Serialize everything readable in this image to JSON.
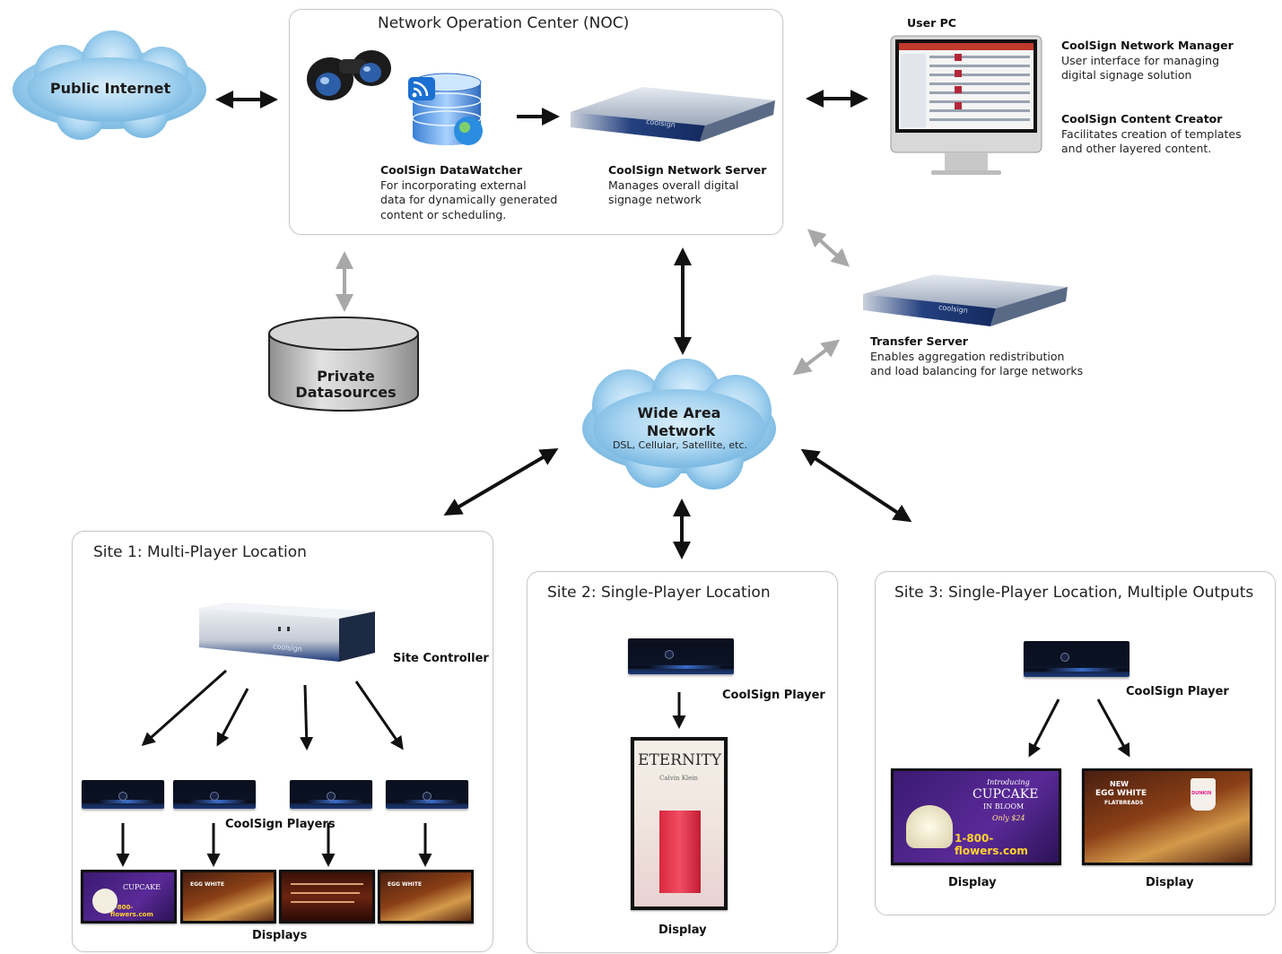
{
  "public_internet": {
    "label": "Public Internet"
  },
  "noc": {
    "title": "Network Operation Center (NOC)",
    "datawatcher": {
      "name": "CoolSign DataWatcher",
      "desc_lines": [
        "For incorporating external",
        "data for dynamically generated",
        "content or scheduling."
      ]
    },
    "network_server": {
      "name": "CoolSign Network Server",
      "desc_lines": [
        "Manages overall digital",
        "signage network"
      ]
    }
  },
  "user_pc": {
    "title": "User PC",
    "network_manager": {
      "name": "CoolSign Network Manager",
      "desc_lines": [
        "User interface for managing",
        "digital signage solution"
      ]
    },
    "content_creator": {
      "name": "CoolSign Content Creator",
      "desc_lines": [
        "Facilitates creation of templates",
        "and other layered content."
      ]
    }
  },
  "private_datasources": {
    "line1": "Private",
    "line2": "Datasources"
  },
  "transfer_server": {
    "name": "Transfer Server",
    "desc_lines": [
      "Enables aggregation redistribution",
      "and load balancing for large networks"
    ]
  },
  "wan": {
    "line1": "Wide Area",
    "line2": "Network",
    "sub": "DSL, Cellular, Satellite, etc."
  },
  "brand": "coolsign",
  "site1": {
    "title": "Site 1: Multi-Player Location",
    "controller": "Site Controller",
    "players": "CoolSign Players",
    "displays": "Displays"
  },
  "site2": {
    "title": "Site 2: Single-Player Location",
    "player": "CoolSign Player",
    "display": "Display",
    "poster": {
      "brand": "ETERNITY",
      "sub": "Calvin Klein"
    }
  },
  "site3": {
    "title": "Site 3: Single-Player Location, Multiple Outputs",
    "player": "CoolSign Player",
    "display1": "Display",
    "display2": "Display"
  },
  "ads": {
    "cupcake": {
      "line1": "Introducing",
      "line2": "CUPCAKE",
      "line3": "IN BLOOM",
      "line4": "Only $24",
      "line5": "1-800-flowers.com"
    },
    "egg": {
      "line1": "NEW",
      "line2": "EGG WHITE",
      "line3": "FLATBREADS",
      "cup": "DUNKIN"
    }
  },
  "colors": {
    "cloud": "#8fc7ea",
    "cloud_dark": "#5fa6d6",
    "server": "#b9c3d2",
    "server_band": "#1f3b7a",
    "arrow": "#111111",
    "arrow_gray": "#a8a8a8"
  }
}
